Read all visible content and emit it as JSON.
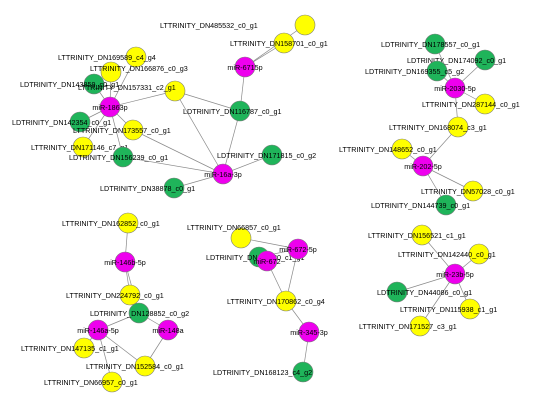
{
  "colors": {
    "yellow": "#ffff00",
    "green": "#1fb45a",
    "magenta": "#ee00ee",
    "edge": "#8a8a8a"
  },
  "nodes": [
    {
      "id": "mir-1863p",
      "label": "miR-1863p",
      "kind": "magenta"
    },
    {
      "id": "dn169589",
      "label": "LTTRINITY_DN169589_c4_g4",
      "kind": "yellow"
    },
    {
      "id": "dn166876",
      "label": "LTTRINITY_DN166876_c0_g3",
      "kind": "yellow"
    },
    {
      "id": "dn143859",
      "label": "LDTRINITY_DN143859_c0_g1",
      "kind": "green"
    },
    {
      "id": "dn157331",
      "label": "LTTRINITY_DN157331_c2_g1",
      "kind": "yellow"
    },
    {
      "id": "dn142354",
      "label": "LDTRINITY_DN142354_c0_g1",
      "kind": "green"
    },
    {
      "id": "dn171146",
      "label": "LTTRINITY_DN171146_c7_g1",
      "kind": "yellow"
    },
    {
      "id": "dn173557",
      "label": "LTTRINITY_DN173557_c0_g1",
      "kind": "yellow"
    },
    {
      "id": "dn156239",
      "label": "LDTRINITY_DN156239_c0_g1",
      "kind": "green"
    },
    {
      "id": "mir-16a3p",
      "label": "miR-16a-3p",
      "kind": "magenta"
    },
    {
      "id": "dn38878",
      "label": "LDTRINITY_DN38878_c0_g1",
      "kind": "green"
    },
    {
      "id": "dn171815",
      "label": "LDTRINITY_DN171815_c0_g2",
      "kind": "green"
    },
    {
      "id": "dn116787",
      "label": "LDTRINITY_DN116787_c0_g1",
      "kind": "green"
    },
    {
      "id": "mir-6715p",
      "label": "miR-6715p",
      "kind": "magenta"
    },
    {
      "id": "dn485532",
      "label": "LTTRINITY_DN485532_c0_g1",
      "kind": "yellow"
    },
    {
      "id": "dn158701",
      "label": "LTTRINITY_DN158701_c0_g1",
      "kind": "yellow"
    },
    {
      "id": "dn178557",
      "label": "LDTRINITY_DN178557_c0_g1",
      "kind": "green"
    },
    {
      "id": "dn174092",
      "label": "LDTRINITY_DN174092_c0_g1",
      "kind": "green"
    },
    {
      "id": "dn169355",
      "label": "LDTRINITY_DN169355_c5_g2",
      "kind": "green"
    },
    {
      "id": "mir-2030",
      "label": "miR-2030-5p",
      "kind": "magenta"
    },
    {
      "id": "dn287144",
      "label": "LTTRINITY_DN287144_c0_g1",
      "kind": "yellow"
    },
    {
      "id": "dn168074",
      "label": "LTTRINITY_DN168074_c3_g1",
      "kind": "yellow"
    },
    {
      "id": "dn148652",
      "label": "LTTRINITY_DN148652_c0_g1",
      "kind": "yellow"
    },
    {
      "id": "mir-2025p",
      "label": "miR-202-5p",
      "kind": "magenta"
    },
    {
      "id": "dn57028",
      "label": "LTTRINITY_DN57028_c0_g1",
      "kind": "yellow"
    },
    {
      "id": "dn144739",
      "label": "LDTRINITY_DN144739_c0_g1",
      "kind": "green"
    },
    {
      "id": "dn162852",
      "label": "LTTRINITY_DN162852_c0_g1",
      "kind": "yellow"
    },
    {
      "id": "mir-1465p",
      "label": "miR-146b-5p",
      "kind": "magenta"
    },
    {
      "id": "dn224792",
      "label": "LTTRINITY_DN224792_c0_g1",
      "kind": "yellow"
    },
    {
      "id": "dn128852",
      "label": "LDTRINITY_DN128852_c0_g2",
      "kind": "green"
    },
    {
      "id": "mir-146a5p",
      "label": "miR-146a-5p",
      "kind": "magenta"
    },
    {
      "id": "mir-148a",
      "label": "miR-148a",
      "kind": "magenta"
    },
    {
      "id": "dn147135",
      "label": "LTTRINITY_DN147135_c1_g1",
      "kind": "yellow"
    },
    {
      "id": "dn152584",
      "label": "LTTRINITY_DN152584_c0_g1",
      "kind": "yellow"
    },
    {
      "id": "dn66957",
      "label": "LTTRINITY_DN66957_c0_g1",
      "kind": "yellow"
    },
    {
      "id": "dn66857",
      "label": "LTTRINITY_DN66857_c0_g1",
      "kind": "yellow"
    },
    {
      "id": "dn119820",
      "label": "LDTRINITY_DN119820_c1_g1",
      "kind": "green"
    },
    {
      "id": "mir-6725p",
      "label": "miR-672-5p",
      "kind": "magenta"
    },
    {
      "id": "mir-672",
      "label": "miR-672",
      "kind": "magenta"
    },
    {
      "id": "dn170862",
      "label": "LTTRINITY_DN170862_c0_g4",
      "kind": "yellow"
    },
    {
      "id": "mir-3453p",
      "label": "miR-345-3p",
      "kind": "magenta"
    },
    {
      "id": "dn168123",
      "label": "LDTRINITY_DN168123_c4_g2",
      "kind": "green"
    },
    {
      "id": "dn156521",
      "label": "LTTRINITY_DN156521_c1_g1",
      "kind": "yellow"
    },
    {
      "id": "dn142440",
      "label": "LTTRINITY_DN142440_c0_g1",
      "kind": "yellow"
    },
    {
      "id": "mir-23b5p",
      "label": "miR-23b-5p",
      "kind": "magenta"
    },
    {
      "id": "dn44086",
      "label": "LDTRINITY_DN44086_c0_g1",
      "kind": "green"
    },
    {
      "id": "dn115938",
      "label": "LTTRINITY_DN115938_c1_g1",
      "kind": "yellow"
    },
    {
      "id": "dn171527",
      "label": "LTTRINITY_DN171527_c3_g1",
      "kind": "yellow"
    }
  ],
  "edges": [
    [
      "mir-1863p",
      "dn169589"
    ],
    [
      "mir-1863p",
      "dn166876"
    ],
    [
      "mir-1863p",
      "dn143859"
    ],
    [
      "mir-1863p",
      "dn157331"
    ],
    [
      "mir-1863p",
      "dn142354"
    ],
    [
      "mir-1863p",
      "dn171146"
    ],
    [
      "mir-1863p",
      "dn173557"
    ],
    [
      "mir-1863p",
      "dn156239"
    ],
    [
      "mir-16a3p",
      "dn157331"
    ],
    [
      "mir-16a3p",
      "dn173557"
    ],
    [
      "mir-16a3p",
      "dn156239"
    ],
    [
      "mir-16a3p",
      "dn38878"
    ],
    [
      "mir-16a3p",
      "dn171815"
    ],
    [
      "mir-16a3p",
      "dn116787"
    ],
    [
      "mir-6715p",
      "dn116787"
    ],
    [
      "mir-6715p",
      "dn485532"
    ],
    [
      "mir-6715p",
      "dn158701"
    ],
    [
      "dn157331",
      "dn116787"
    ],
    [
      "mir-2030",
      "dn178557"
    ],
    [
      "mir-2030",
      "dn174092"
    ],
    [
      "mir-2030",
      "dn169355"
    ],
    [
      "mir-2030",
      "dn287144"
    ],
    [
      "mir-2030",
      "dn168074"
    ],
    [
      "mir-2025p",
      "dn168074"
    ],
    [
      "mir-2025p",
      "dn148652"
    ],
    [
      "mir-2025p",
      "dn57028"
    ],
    [
      "mir-2025p",
      "dn144739"
    ],
    [
      "mir-1465p",
      "dn162852"
    ],
    [
      "mir-1465p",
      "dn224792"
    ],
    [
      "mir-1465p",
      "dn128852"
    ],
    [
      "mir-146a5p",
      "dn128852"
    ],
    [
      "mir-146a5p",
      "dn147135"
    ],
    [
      "mir-146a5p",
      "dn152584"
    ],
    [
      "mir-146a5p",
      "dn66957"
    ],
    [
      "mir-148a",
      "dn128852"
    ],
    [
      "mir-148a",
      "dn152584"
    ],
    [
      "mir-6725p",
      "dn66857"
    ],
    [
      "mir-6725p",
      "dn119820"
    ],
    [
      "mir-6725p",
      "dn170862"
    ],
    [
      "mir-672",
      "dn119820"
    ],
    [
      "mir-672",
      "dn170862"
    ],
    [
      "mir-3453p",
      "dn170862"
    ],
    [
      "mir-3453p",
      "dn168123"
    ],
    [
      "mir-23b5p",
      "dn156521"
    ],
    [
      "mir-23b5p",
      "dn142440"
    ],
    [
      "mir-23b5p",
      "dn44086"
    ],
    [
      "mir-23b5p",
      "dn115938"
    ],
    [
      "mir-23b5p",
      "dn171527"
    ]
  ]
}
